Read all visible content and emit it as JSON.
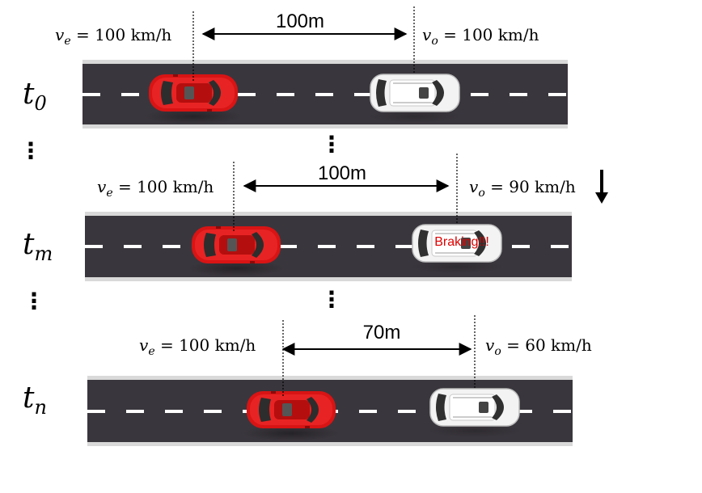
{
  "colors": {
    "road": "#3a363d",
    "road_edge": "#d9d9d9",
    "lane_marking": "#ffffff",
    "ego_car": "#d81414",
    "other_car": "#ffffff",
    "braking_text": "#e00000",
    "arrow": "#000000"
  },
  "panels": [
    {
      "time_label": {
        "base": "t",
        "sub": "0"
      },
      "ego_speed": {
        "base": "v",
        "sub": "e",
        "rest": " = 100 km/h"
      },
      "gap_label": "100m",
      "other_speed": {
        "base": "v",
        "sub": "o",
        "rest": " = 100 km/h"
      },
      "braking_text": "",
      "speed_down_icon": false
    },
    {
      "time_label": {
        "base": "t",
        "sub": "m"
      },
      "ego_speed": {
        "base": "v",
        "sub": "e",
        "rest": " = 100 km/h"
      },
      "gap_label": "100m",
      "other_speed": {
        "base": "v",
        "sub": "o",
        "rest": " = 90 km/h"
      },
      "braking_text": "Braking!!!",
      "speed_down_icon": true
    },
    {
      "time_label": {
        "base": "t",
        "sub": "n"
      },
      "ego_speed": {
        "base": "v",
        "sub": "e",
        "rest": " = 100 km/h"
      },
      "gap_label": "70m",
      "other_speed": {
        "base": "v",
        "sub": "o",
        "rest": " = 60 km/h"
      },
      "braking_text": "",
      "speed_down_icon": false
    }
  ],
  "ellipsis": "⋮"
}
